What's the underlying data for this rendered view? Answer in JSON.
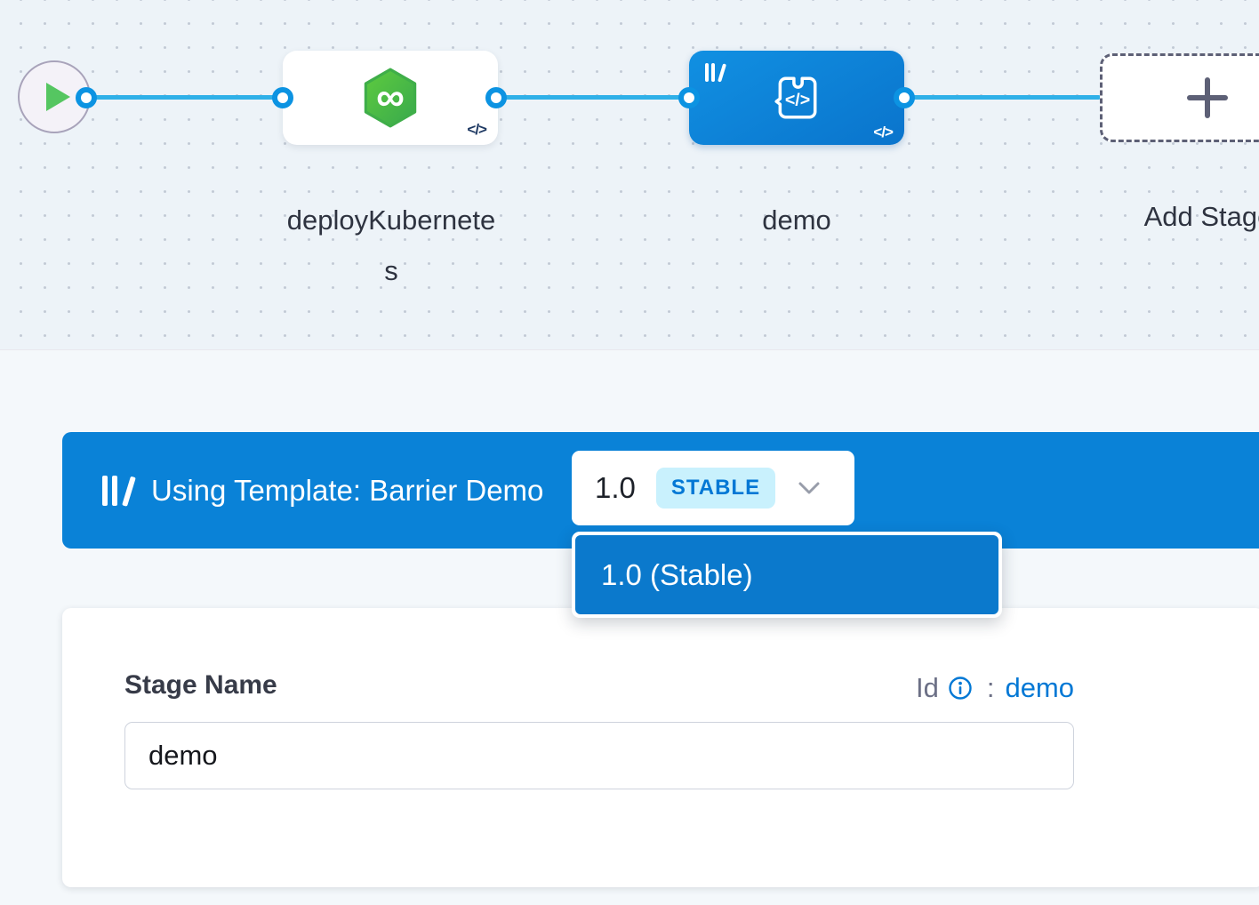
{
  "canvas": {
    "node_deploy": {
      "label": "deployKubernetes"
    },
    "node_demo": {
      "label": "demo"
    },
    "add_stage": {
      "label": "Add Stage"
    }
  },
  "template_banner": {
    "title": "Using Template: Barrier Demo",
    "version": "1.0",
    "version_badge": "STABLE"
  },
  "version_menu": {
    "items": [
      {
        "label": "1.0 (Stable)"
      }
    ]
  },
  "stage_form": {
    "name_label": "Stage Name",
    "name_value": "demo",
    "id_label": "Id",
    "id_separator": ":",
    "id_value": "demo"
  },
  "icons": {
    "code_glyph": "</>",
    "infinity_glyph": "∞"
  },
  "colors": {
    "banner_blue": "#0a82d7",
    "accent_blue": "#0278d5",
    "connector_blue": "#2fb0e8",
    "node_gradient_blue": "#0a74cc",
    "stable_badge_bg": "#c9f1fd",
    "node_green": "#47c043",
    "canvas_bg": "#edf3f8",
    "play_green": "#55c661"
  }
}
